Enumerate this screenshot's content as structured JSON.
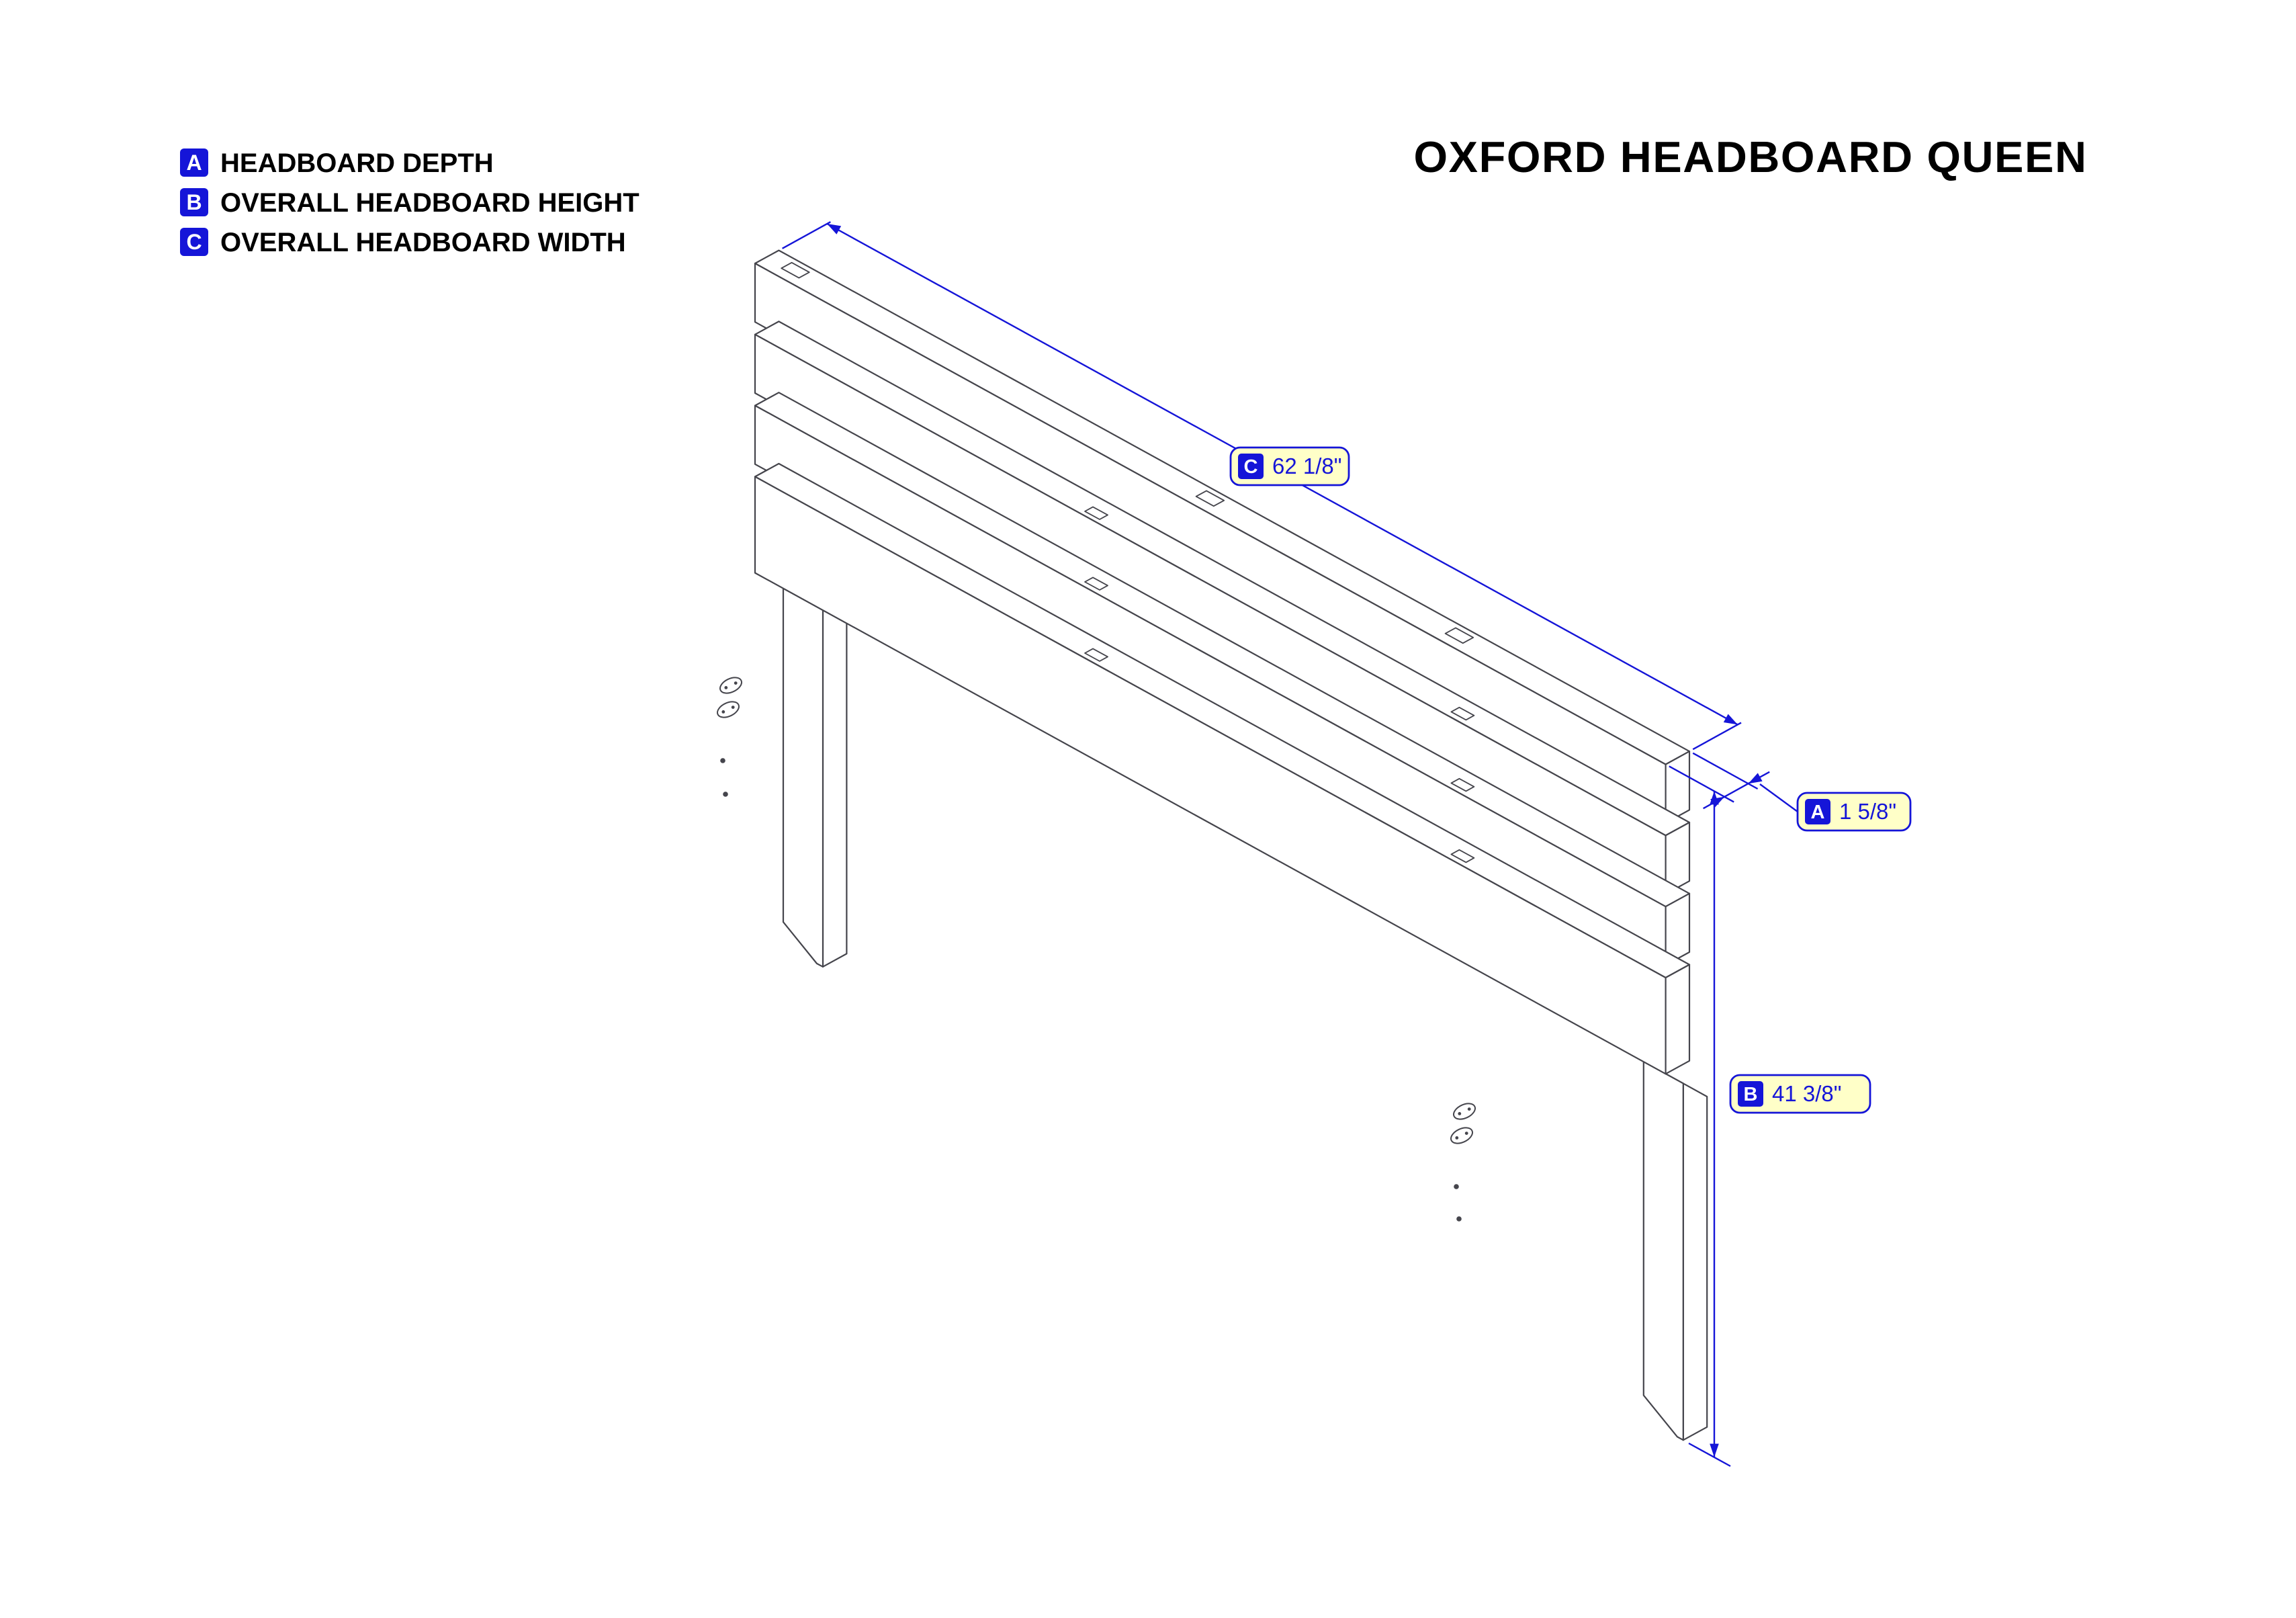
{
  "title": "OXFORD HEADBOARD QUEEN",
  "legend": {
    "items": [
      {
        "key": "A",
        "label": "HEADBOARD DEPTH"
      },
      {
        "key": "B",
        "label": "OVERALL HEADBOARD HEIGHT"
      },
      {
        "key": "C",
        "label": "OVERALL HEADBOARD WIDTH"
      }
    ]
  },
  "dimensions": {
    "width": {
      "key": "C",
      "value": "62 1/8\""
    },
    "depth": {
      "key": "A",
      "value": "1 5/8\""
    },
    "height": {
      "key": "B",
      "value": "41 3/8\""
    }
  },
  "colors": {
    "dimension_blue": "#1515d8",
    "label_fill": "#ffffc8",
    "line_gray": "#45454c",
    "background": "#ffffff",
    "text_black": "#000000"
  }
}
